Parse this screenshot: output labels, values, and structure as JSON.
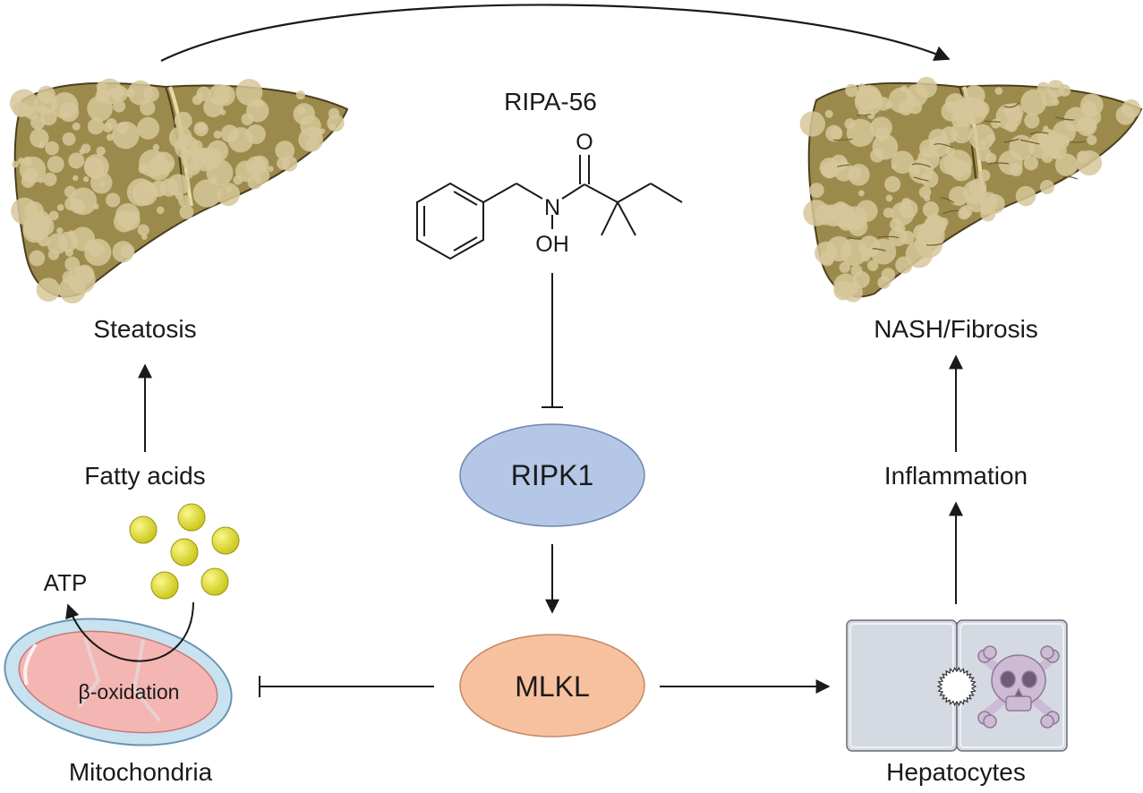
{
  "labels": {
    "steatosis": "Steatosis",
    "nash": "NASH/Fibrosis",
    "fatty_acids": "Fatty acids",
    "inflammation": "Inflammation",
    "atp": "ATP",
    "beta_ox": "β-oxidation",
    "mitochondria": "Mitochondria",
    "hepatocytes": "Hepatocytes"
  },
  "drug": {
    "name": "RIPA-56",
    "atom_o": "O",
    "atom_n": "N",
    "atom_oh": "OH"
  },
  "nodes": {
    "ripk1": {
      "label": "RIPK1",
      "color": "#b4c7e7"
    },
    "mlkl": {
      "label": "MLKL",
      "color": "#f7c19f"
    }
  },
  "colors": {
    "liver_fill": "#9c8a4c",
    "liver_droplet": "#d6c79a",
    "fatty_acid": "#e9e63a",
    "mito_membrane": "#c9e2f0",
    "mito_matrix": "#f3b6b3",
    "hepatocyte": "#d5dae2"
  }
}
